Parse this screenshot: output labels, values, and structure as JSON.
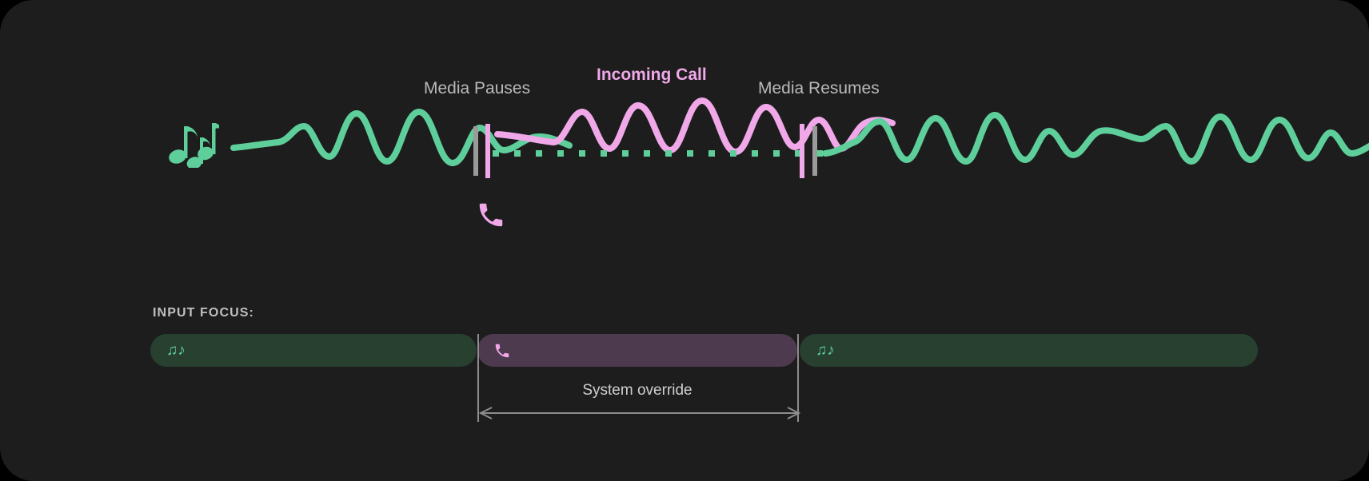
{
  "theme": {
    "card_bg": "#1d1d1d",
    "page_bg": "#000000",
    "media_color": "#5ecf9b",
    "call_color": "#f0a8e8",
    "marker_gray": "#9a9a9a",
    "label_gray": "#b9b9b9",
    "track_media_bg": "#27402f",
    "track_call_bg": "#4d3a4e"
  },
  "timeline": {
    "media_icon": "music-notes-icon",
    "media_icon_glyph": "♫♪",
    "labels": {
      "pause": "Media Pauses",
      "incoming_call": "Incoming Call",
      "resume": "Media Resumes"
    },
    "call_icon": "phone-icon",
    "call_icon_glyph": "☎",
    "segments": [
      {
        "name": "media-before",
        "state": "playing",
        "color": "#5ecf9b"
      },
      {
        "name": "call-interrupt",
        "state": "incoming-call",
        "color": "#f0a8e8"
      },
      {
        "name": "media-after",
        "state": "resumed",
        "color": "#5ecf9b"
      }
    ]
  },
  "input_focus": {
    "heading": "INPUT FOCUS:",
    "tracks": [
      {
        "name": "media",
        "icon": "music-notes-icon",
        "glyph": "♫♪",
        "bg": "#27402f"
      },
      {
        "name": "call",
        "icon": "phone-icon",
        "glyph": "☎",
        "bg": "#4d3a4e"
      },
      {
        "name": "media",
        "icon": "music-notes-icon",
        "glyph": "♫♪",
        "bg": "#27402f"
      }
    ],
    "override_label": "System override"
  }
}
